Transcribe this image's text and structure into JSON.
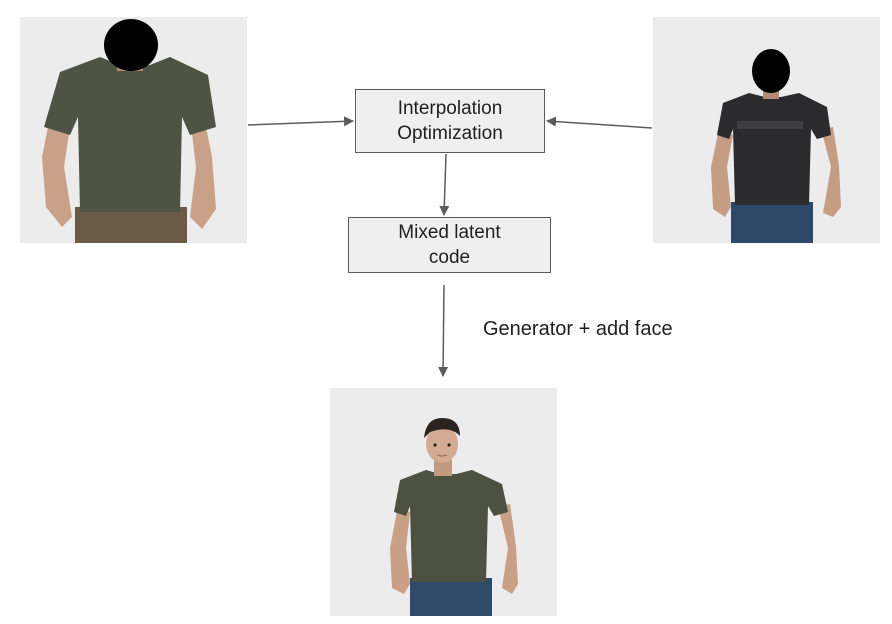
{
  "nodes": {
    "interpolation": {
      "line1": "Interpolation",
      "line2": "Optimization"
    },
    "mixed_latent": {
      "line1": "Mixed latent",
      "line2": "code"
    }
  },
  "edges": {
    "generator_label": "Generator + add face"
  },
  "images": {
    "left_input": {
      "shirt_color": "#4e5344",
      "pants_color": "#6b5a45",
      "background": "#ebebeb"
    },
    "right_input": {
      "shirt_color": "#2b2b2e",
      "pants_color": "#2d4868",
      "background": "#ebebeb"
    },
    "output": {
      "shirt_color": "#4d5142",
      "pants_color": "#2f4a6b",
      "background": "#ebebeb"
    }
  },
  "colors": {
    "arrow": "#5c5c5c",
    "box_fill": "#efefef",
    "box_border": "#5c5c5c"
  }
}
